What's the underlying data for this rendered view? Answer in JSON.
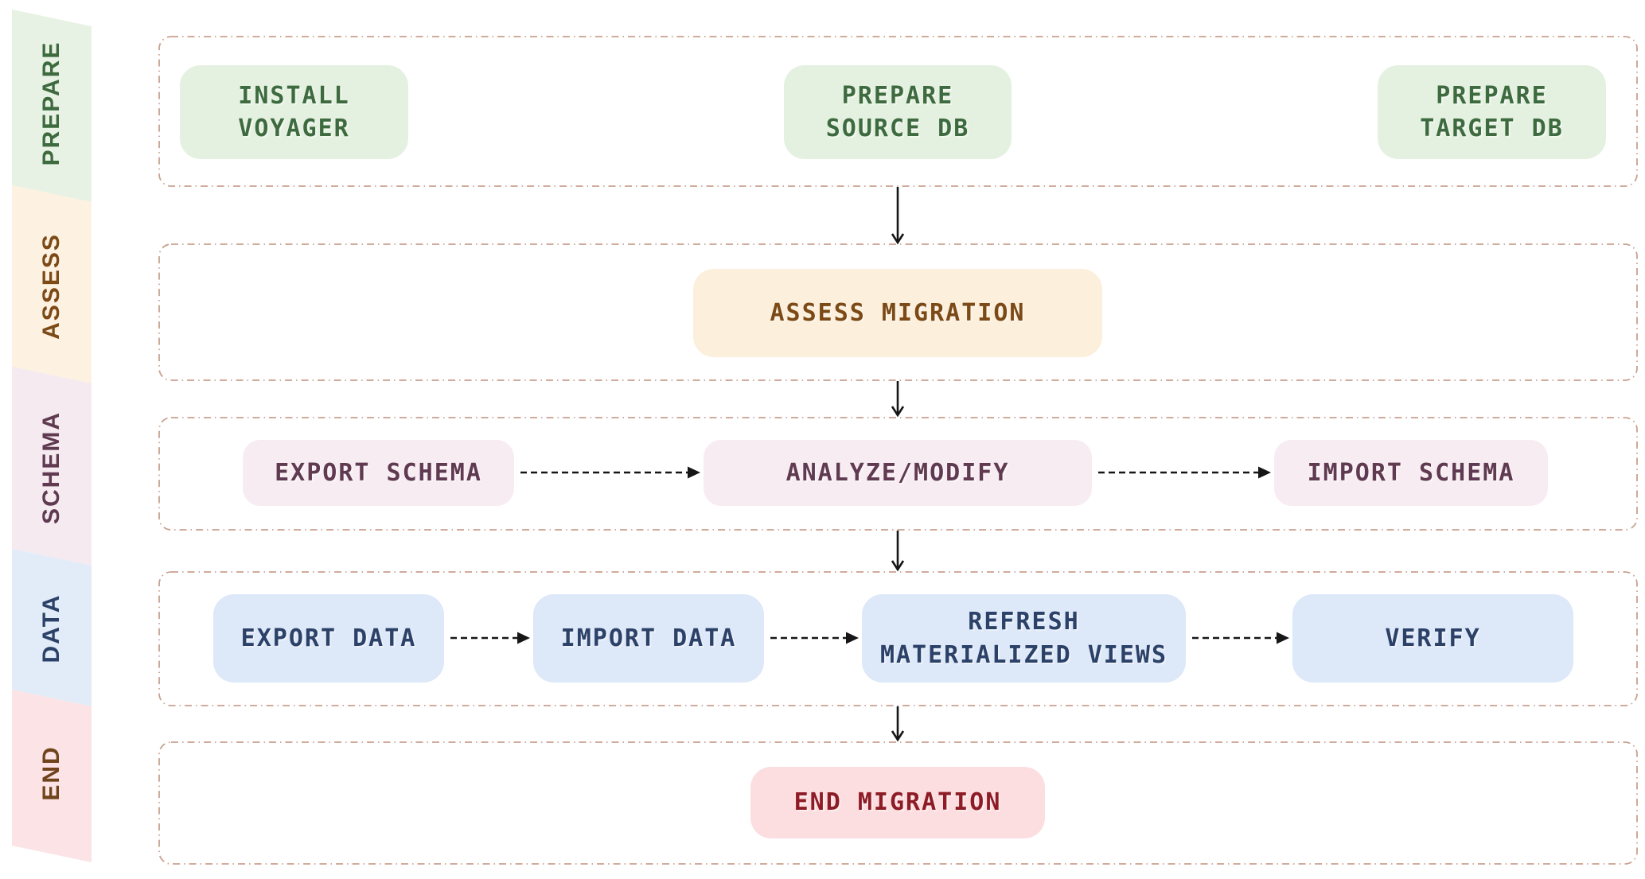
{
  "palette": {
    "prepare": {
      "strip": "#e8f2e4",
      "strip_text": "#3d6b3f",
      "bg": "#e5f1e0",
      "text": "#3d6b3f"
    },
    "assess": {
      "strip": "#fdf1e1",
      "strip_text": "#7b4a16",
      "bg": "#fcefdc",
      "text": "#7b4a16"
    },
    "schema": {
      "strip": "#f4eaf0",
      "strip_text": "#5f3a50",
      "bg": "#f7ecf2",
      "text": "#5f3a50"
    },
    "data": {
      "strip": "#e2ecf8",
      "strip_text": "#2b4168",
      "bg": "#dde8f8",
      "text": "#2b4168"
    },
    "end": {
      "strip": "#fce3e5",
      "strip_text": "#6f441c",
      "bg": "#fcdee1",
      "text": "#8e1c26"
    },
    "frame": {
      "border": "#c9a18f"
    },
    "arrow": {
      "stroke": "#161616"
    }
  },
  "sidebar": {
    "bands": [
      {
        "label": "PREPARE"
      },
      {
        "label": "ASSESS"
      },
      {
        "label": "SCHEMA"
      },
      {
        "label": "DATA"
      },
      {
        "label": "END"
      }
    ]
  },
  "nodes": {
    "install_voyager": {
      "label": "INSTALL\nVOYAGER"
    },
    "prepare_source_db": {
      "label": "PREPARE\nSOURCE DB"
    },
    "prepare_target_db": {
      "label": "PREPARE\nTARGET DB"
    },
    "assess_migration": {
      "label": "ASSESS MIGRATION"
    },
    "export_schema": {
      "label": "EXPORT SCHEMA"
    },
    "analyze_modify": {
      "label": "ANALYZE/MODIFY"
    },
    "import_schema": {
      "label": "IMPORT SCHEMA"
    },
    "export_data": {
      "label": "EXPORT DATA"
    },
    "import_data": {
      "label": "IMPORT DATA"
    },
    "refresh_mat_views": {
      "label": "REFRESH\nMATERIALIZED VIEWS"
    },
    "verify": {
      "label": "VERIFY"
    },
    "end_migration": {
      "label": "END MIGRATION"
    }
  }
}
